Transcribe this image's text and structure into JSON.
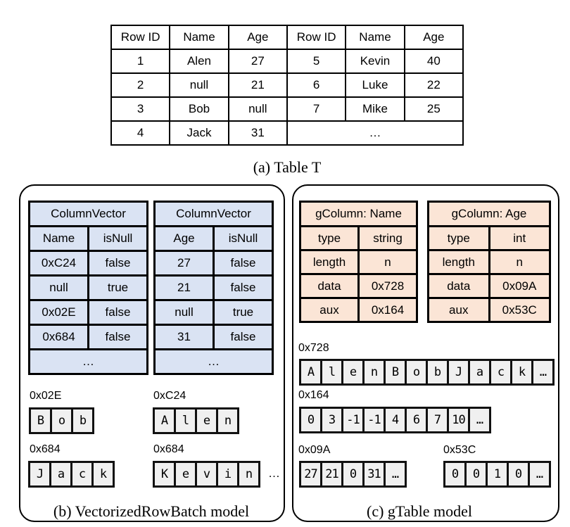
{
  "table_t": {
    "headers": [
      "Row ID",
      "Name",
      "Age",
      "Row ID",
      "Name",
      "Age"
    ],
    "rows": [
      [
        "1",
        "Alen",
        "27",
        "5",
        "Kevin",
        "40"
      ],
      [
        "2",
        "null",
        "21",
        "6",
        "Luke",
        "22"
      ],
      [
        "3",
        "Bob",
        "null",
        "7",
        "Mike",
        "25"
      ],
      [
        "4",
        "Jack",
        "31",
        "…"
      ]
    ],
    "caption": "(a) Table T"
  },
  "vectorized": {
    "caption": "(b) VectorizedRowBatch model",
    "vectors": [
      {
        "title": "ColumnVector",
        "rows": [
          [
            "Name",
            "isNull"
          ],
          [
            "0xC24",
            "false"
          ],
          [
            "null",
            "true"
          ],
          [
            "0x02E",
            "false"
          ],
          [
            "0x684",
            "false"
          ]
        ],
        "more": "…"
      },
      {
        "title": "ColumnVector",
        "rows": [
          [
            "Age",
            "isNull"
          ],
          [
            "27",
            "false"
          ],
          [
            "21",
            "false"
          ],
          [
            "null",
            "true"
          ],
          [
            "31",
            "false"
          ]
        ],
        "more": "…"
      }
    ],
    "buffers": [
      {
        "addr": "0x02E",
        "cells": [
          "B",
          "o",
          "b"
        ]
      },
      {
        "addr": "0xC24",
        "cells": [
          "A",
          "l",
          "e",
          "n"
        ]
      },
      {
        "addr": "0x684",
        "cells": [
          "J",
          "a",
          "c",
          "k"
        ]
      },
      {
        "addr": "0x684",
        "cells": [
          "K",
          "e",
          "v",
          "i",
          "n"
        ],
        "trailing": "…"
      }
    ]
  },
  "gtable": {
    "caption": "(c) gTable model",
    "columns": [
      {
        "title": "gColumn: Name",
        "rows": [
          [
            "type",
            "string"
          ],
          [
            "length",
            "n"
          ],
          [
            "data",
            "0x728"
          ],
          [
            "aux",
            "0x164"
          ]
        ]
      },
      {
        "title": "gColumn: Age",
        "rows": [
          [
            "type",
            "int"
          ],
          [
            "length",
            "n"
          ],
          [
            "data",
            "0x09A"
          ],
          [
            "aux",
            "0x53C"
          ]
        ]
      }
    ],
    "buffers": [
      {
        "addr": "0x728",
        "cells": [
          "A",
          "l",
          "e",
          "n",
          "B",
          "o",
          "b",
          "J",
          "a",
          "c",
          "k",
          "…"
        ]
      },
      {
        "addr": "0x164",
        "cells": [
          "0",
          "3",
          "-1",
          "-1",
          "4",
          "6",
          "7",
          "10",
          "…"
        ]
      },
      {
        "addr": "0x09A",
        "cells": [
          "27",
          "21",
          "0",
          "31",
          "…"
        ]
      },
      {
        "addr": "0x53C",
        "cells": [
          "0",
          "0",
          "1",
          "0",
          "…"
        ]
      }
    ]
  },
  "colors": {
    "vector_fill": "#dae3f3",
    "gcolumn_fill": "#fbe5d6",
    "byte_fill": "#f0f0f0"
  }
}
